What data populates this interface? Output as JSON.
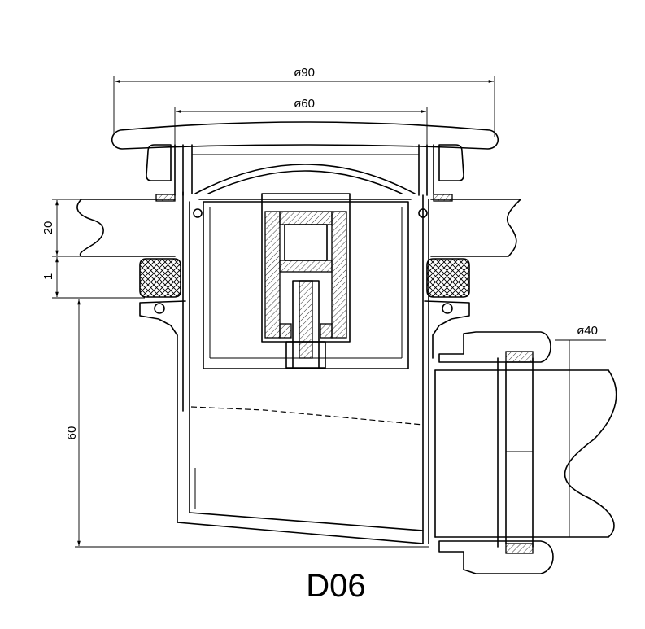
{
  "dimensions": {
    "outer_diameter": "ø90",
    "inner_diameter": "ø60",
    "slab_height": "20",
    "gap_height": "1",
    "body_height": "60",
    "outlet_diameter": "ø40"
  },
  "model": "D06",
  "colors": {
    "line": "#000000",
    "background": "#ffffff"
  }
}
